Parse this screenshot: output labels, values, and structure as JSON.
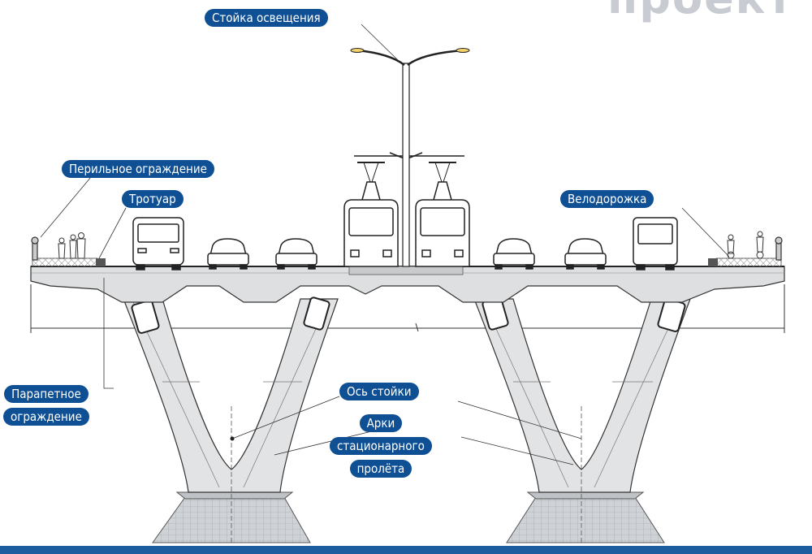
{
  "watermark": "проект",
  "labels": {
    "lighting_pole": "Стойка освещения",
    "railing": "Перильное ограждение",
    "sidewalk": "Тротуар",
    "bike_lane": "Велодорожка",
    "parapet_line1": "Парапетное",
    "parapet_line2": "ограждение",
    "pier_axis": "Ось стойки",
    "arches_line1": "Арки",
    "arches_line2": "стационарного",
    "arches_line3": "пролёта"
  },
  "colors": {
    "label_bg": "#0f4f94",
    "label_text": "#ffffff",
    "concrete": "#dcdcdc",
    "line": "#222222",
    "footer": "#1b5d9e"
  }
}
